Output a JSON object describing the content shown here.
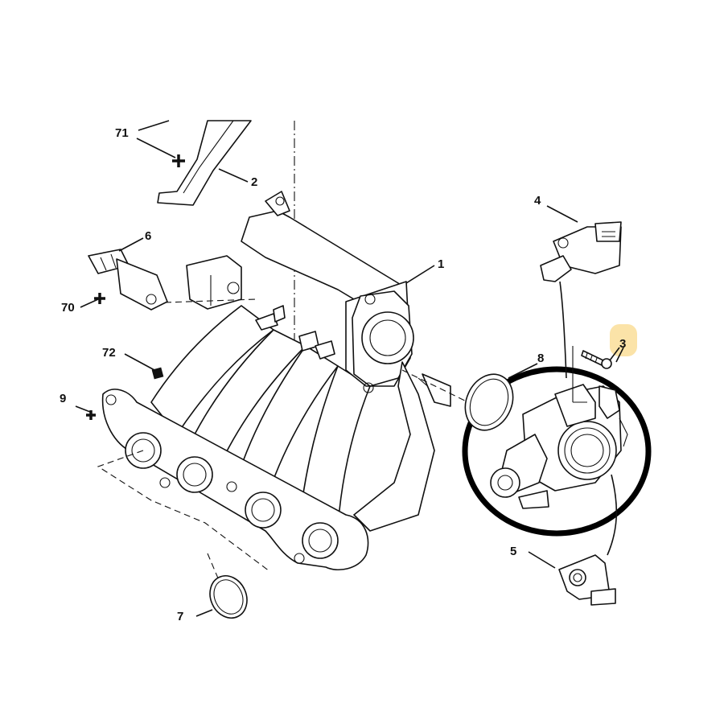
{
  "diagram": {
    "callouts": [
      {
        "id": "label-71",
        "text": "71"
      },
      {
        "id": "label-2",
        "text": "2"
      },
      {
        "id": "label-6",
        "text": "6"
      },
      {
        "id": "label-70",
        "text": "70"
      },
      {
        "id": "label-1",
        "text": "1"
      },
      {
        "id": "label-72",
        "text": "72"
      },
      {
        "id": "label-9",
        "text": "9"
      },
      {
        "id": "label-4",
        "text": "4"
      },
      {
        "id": "label-3",
        "text": "3"
      },
      {
        "id": "label-8",
        "text": "8"
      },
      {
        "id": "label-5",
        "text": "5"
      },
      {
        "id": "label-7",
        "text": "7"
      }
    ],
    "highlight_color": "#fbe3a8",
    "circle_color": "#000000"
  }
}
